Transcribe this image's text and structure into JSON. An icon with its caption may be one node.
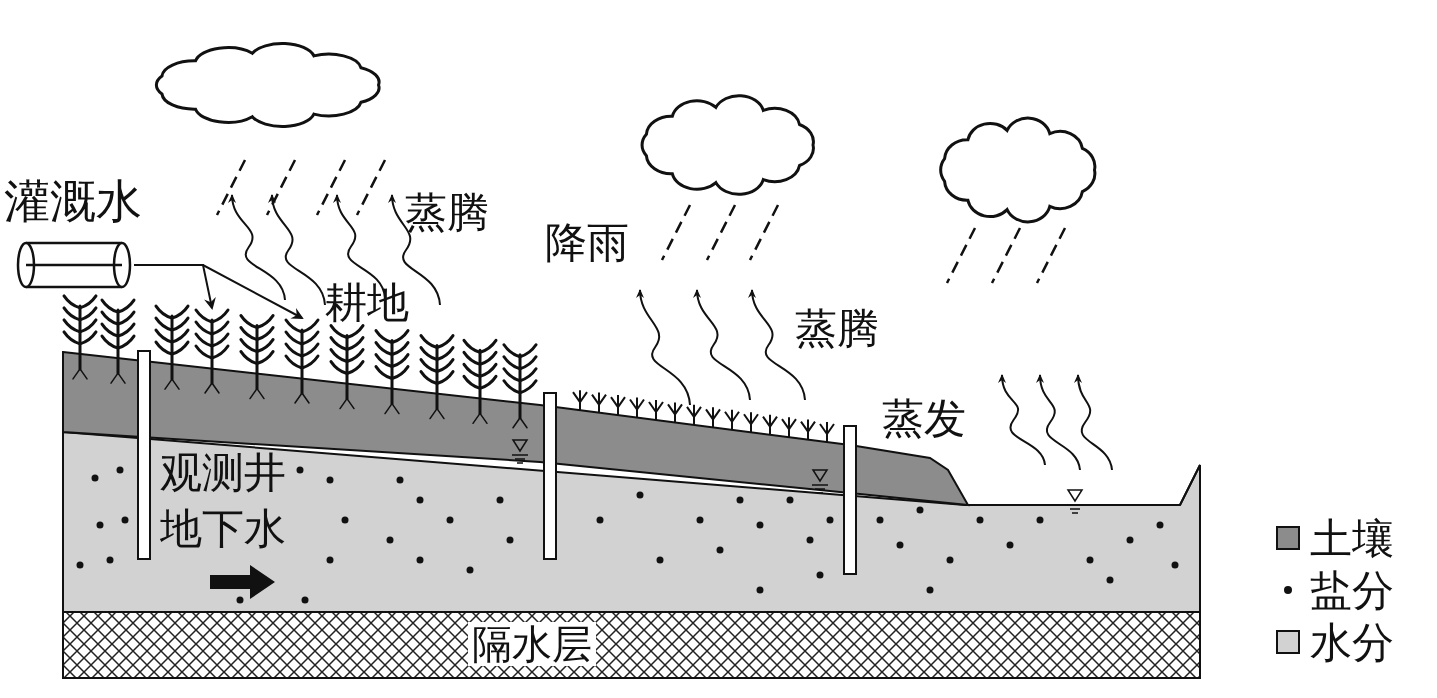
{
  "diagram": {
    "nodes": [
      {
        "text": [],
        "shape": "cylinder",
        "beside": [
          "灌溉水"
        ]
      },
      {
        "text": [],
        "shape": "bar"
      },
      {
        "text": [],
        "shape": "bar"
      },
      {
        "text": [],
        "shape": "bar"
      },
      {
        "text": [],
        "shape": "picture"
      },
      {
        "text": [],
        "shape": "picture"
      }
    ],
    "edges": [
      {
        "from": 0,
        "to": 4,
        "arrow": "to"
      },
      {
        "from": 0,
        "to": 5,
        "arrow": "to"
      }
    ],
    "labels": [
      "蒸腾",
      "降雨",
      "耕地",
      "蒸腾",
      "蒸发",
      "观测井",
      "地下水",
      "隔水层"
    ],
    "legend": [
      {
        "text": "土壤",
        "color": "#8c8c8c"
      },
      {
        "text": "盐分"
      },
      {
        "text": "水分",
        "color": "#d2d2d2"
      }
    ]
  }
}
